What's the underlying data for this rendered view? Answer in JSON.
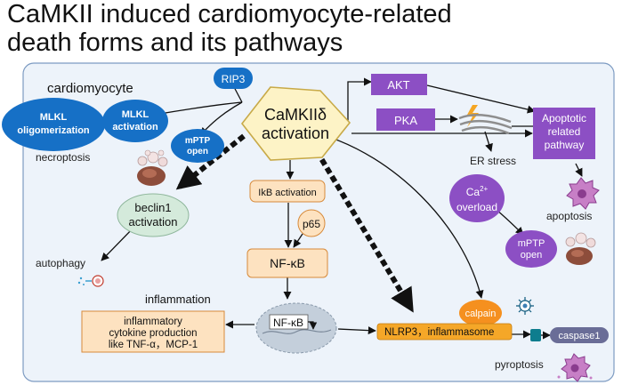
{
  "title": {
    "line1": "CaMKII induced cardiomyocyte-related",
    "line2": "death forms and its pathways"
  },
  "panel": {
    "label": "cardiomyocyte",
    "colors": {
      "background": "#edf3fa",
      "border": "#7d9bc2"
    }
  },
  "nodes": {
    "camkii": {
      "line1": "CaMKIIδ",
      "line2": "activation"
    },
    "rip3": "RIP3",
    "mlkl_oligo": {
      "line1": "MLKL",
      "line2": "oligomerization"
    },
    "mlkl_act": {
      "line1": "MLKL",
      "line2": "activation"
    },
    "mptp_left": {
      "line1": "mPTP",
      "line2": "open"
    },
    "necroptosis": "necroptosis",
    "akt": "AKT",
    "pka": "PKA",
    "apoptotic": {
      "line1": "Apoptotic",
      "line2": "related",
      "line3": "pathway"
    },
    "er_stress": "ER stress",
    "ca_overload": {
      "base": "Ca",
      "sup": "2+",
      "line2": "overload"
    },
    "apoptosis": "apoptosis",
    "mptp_right": {
      "line1": "mPTP",
      "line2": "open"
    },
    "beclin1": {
      "line1": "beclin1",
      "line2": "activation"
    },
    "autophagy": "autophagy",
    "ikb": "IkB activation",
    "p65": "p65",
    "nfkb": "NF-κB",
    "inflammation": "inflammation",
    "cytokine": {
      "line1": "inflammatory",
      "line2": "cytokine production",
      "line3": "like TNF-α，MCP-1"
    },
    "nfkb_nucleus": "NF-κB",
    "calpain": "calpain",
    "nlrp3": "NLRP3，inflammasome",
    "caspase1": "caspase1",
    "pyroptosis": "pyroptosis"
  },
  "icons": [
    "lightning-icon",
    "er-membrane-icon",
    "dying-cell-icon",
    "apoptotic-cell-icon",
    "autophagosome-icon",
    "nucleus-icon",
    "virus-icon",
    "pyroptotic-cell-icon"
  ],
  "colors": {
    "blue": "#1670c6",
    "camkii_fill": "#fdf3c6",
    "camkii_stroke": "#c8aa48",
    "purple": "#8c4fc4",
    "green_fill": "#d4eadb",
    "orange_fill": "#fde2c0",
    "orange_stroke": "#d78a3a",
    "calpain": "#f5901f",
    "nlrp3": "#f5a728",
    "caspase_fill": "#6a6d97",
    "teal": "#0e7d8e"
  }
}
